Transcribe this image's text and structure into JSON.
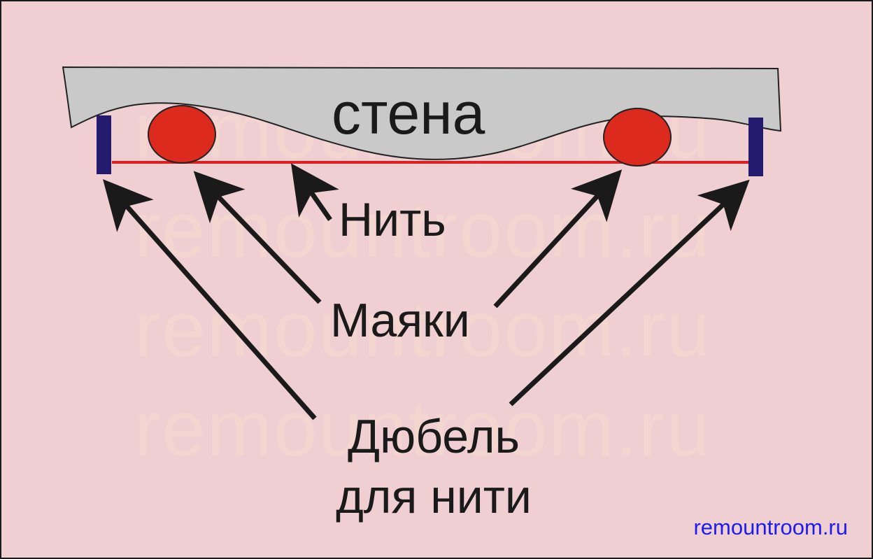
{
  "diagram": {
    "wall_label": "стена",
    "thread_label": "Нить",
    "beacons_label": "Маяки",
    "dowel_label_line1": "Дюбель",
    "dowel_label_line2": "для нити",
    "website": "remountroom.ru",
    "watermark_text": "remountroom.ru"
  },
  "colors": {
    "background": "#efcfd2",
    "wall_fill": "#c9c9c9",
    "beacon_fill": "#dd2a1e",
    "dowel_fill": "#241a6e",
    "thread_stroke": "#e02020",
    "arrow": "#1a1a1a",
    "website_text": "#1c1cf0"
  }
}
